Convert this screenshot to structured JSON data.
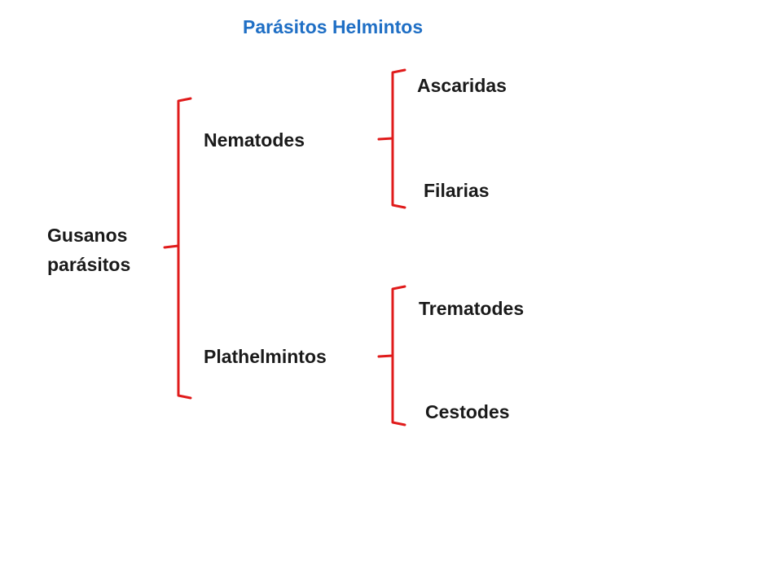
{
  "title": "Parásitos Helmintos",
  "root": {
    "line1": "Gusanos",
    "line2": "parásitos"
  },
  "groups": [
    {
      "label": "Nematodes",
      "children": [
        "Ascaridas",
        "Filarias"
      ]
    },
    {
      "label": "Plathelmintos",
      "children": [
        "Trematodes",
        "Cestodes"
      ]
    }
  ],
  "colors": {
    "title": "#1f6fc5",
    "bracket": "#e01b1b",
    "text": "#1a1a1a"
  }
}
